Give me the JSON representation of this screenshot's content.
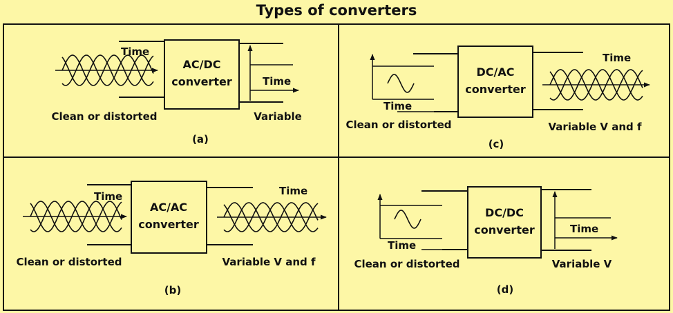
{
  "title": "Types of converters",
  "colors": {
    "background": "#fdf7a6",
    "ink": "#111111"
  },
  "panels": {
    "a": {
      "converter": [
        "AC/DC",
        "converter"
      ],
      "input_time": "Time",
      "output_time": "Time",
      "input_label": "Clean or distorted",
      "output_label": "Variable",
      "caption": "(a)"
    },
    "b": {
      "converter": [
        "AC/AC",
        "converter"
      ],
      "input_time": "Time",
      "output_time": "Time",
      "input_label": "Clean or distorted",
      "output_label": "Variable V and f",
      "caption": "(b)"
    },
    "c": {
      "converter": [
        "DC/AC",
        "converter"
      ],
      "input_time": "Time",
      "output_time": "Time",
      "input_label": "Clean or distorted",
      "output_label": "Variable V and f",
      "caption": "(c)"
    },
    "d": {
      "converter": [
        "DC/DC",
        "converter"
      ],
      "input_time": "Time",
      "output_time": "Time",
      "input_label": "Clean or distorted",
      "output_label": "Variable V",
      "caption": "(d)"
    }
  }
}
